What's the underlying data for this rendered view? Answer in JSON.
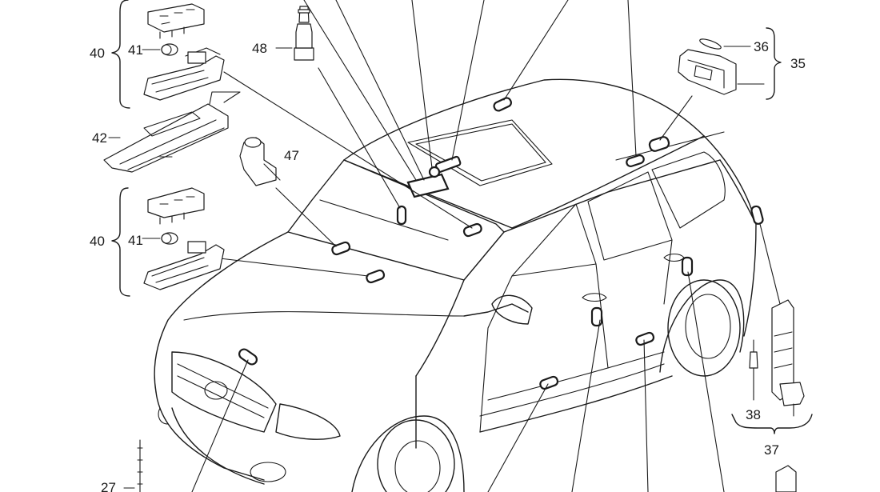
{
  "callouts": {
    "c27": "27",
    "c35": "35",
    "c36": "36",
    "c37": "37",
    "c38": "38",
    "c40a": "40",
    "c40b": "40",
    "c41a": "41",
    "c41b": "41",
    "c42": "42",
    "c47": "47",
    "c48": "48"
  }
}
